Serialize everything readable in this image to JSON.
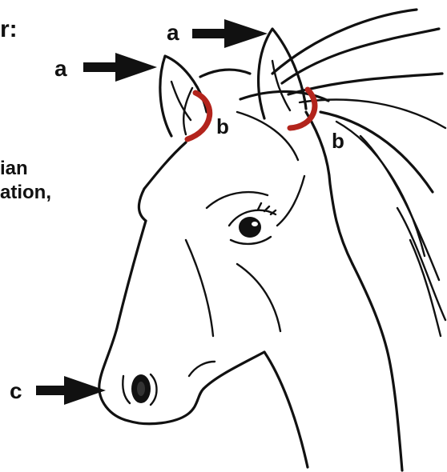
{
  "left_text": {
    "line1": "r:",
    "line2": "ian",
    "line3": "ation,"
  },
  "labels": {
    "top_a": "a",
    "left_a": "a",
    "b_left": "b",
    "b_right": "b",
    "c": "c"
  },
  "colors": {
    "ink": "#111111",
    "highlight": "#b3241c",
    "background": "#ffffff"
  }
}
